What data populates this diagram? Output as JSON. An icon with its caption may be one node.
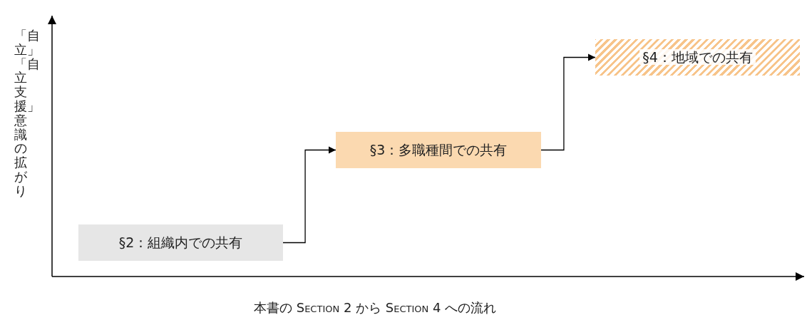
{
  "diagram": {
    "nodes": [
      {
        "text": [
          "§2：組織内での共有"
        ]
      },
      {
        "text": [
          "§3：多職種間での共有"
        ]
      },
      {
        "text": [
          "§4：地域での共有"
        ]
      }
    ],
    "edges": [
      {
        "from": 0,
        "to": 1,
        "arrow": "to"
      },
      {
        "from": 1,
        "to": 2,
        "arrow": "to"
      }
    ],
    "labels": [
      "「自立」「自立支援」意識の拡がり",
      "本書の Section 2 から Section 4 への流れ"
    ]
  }
}
